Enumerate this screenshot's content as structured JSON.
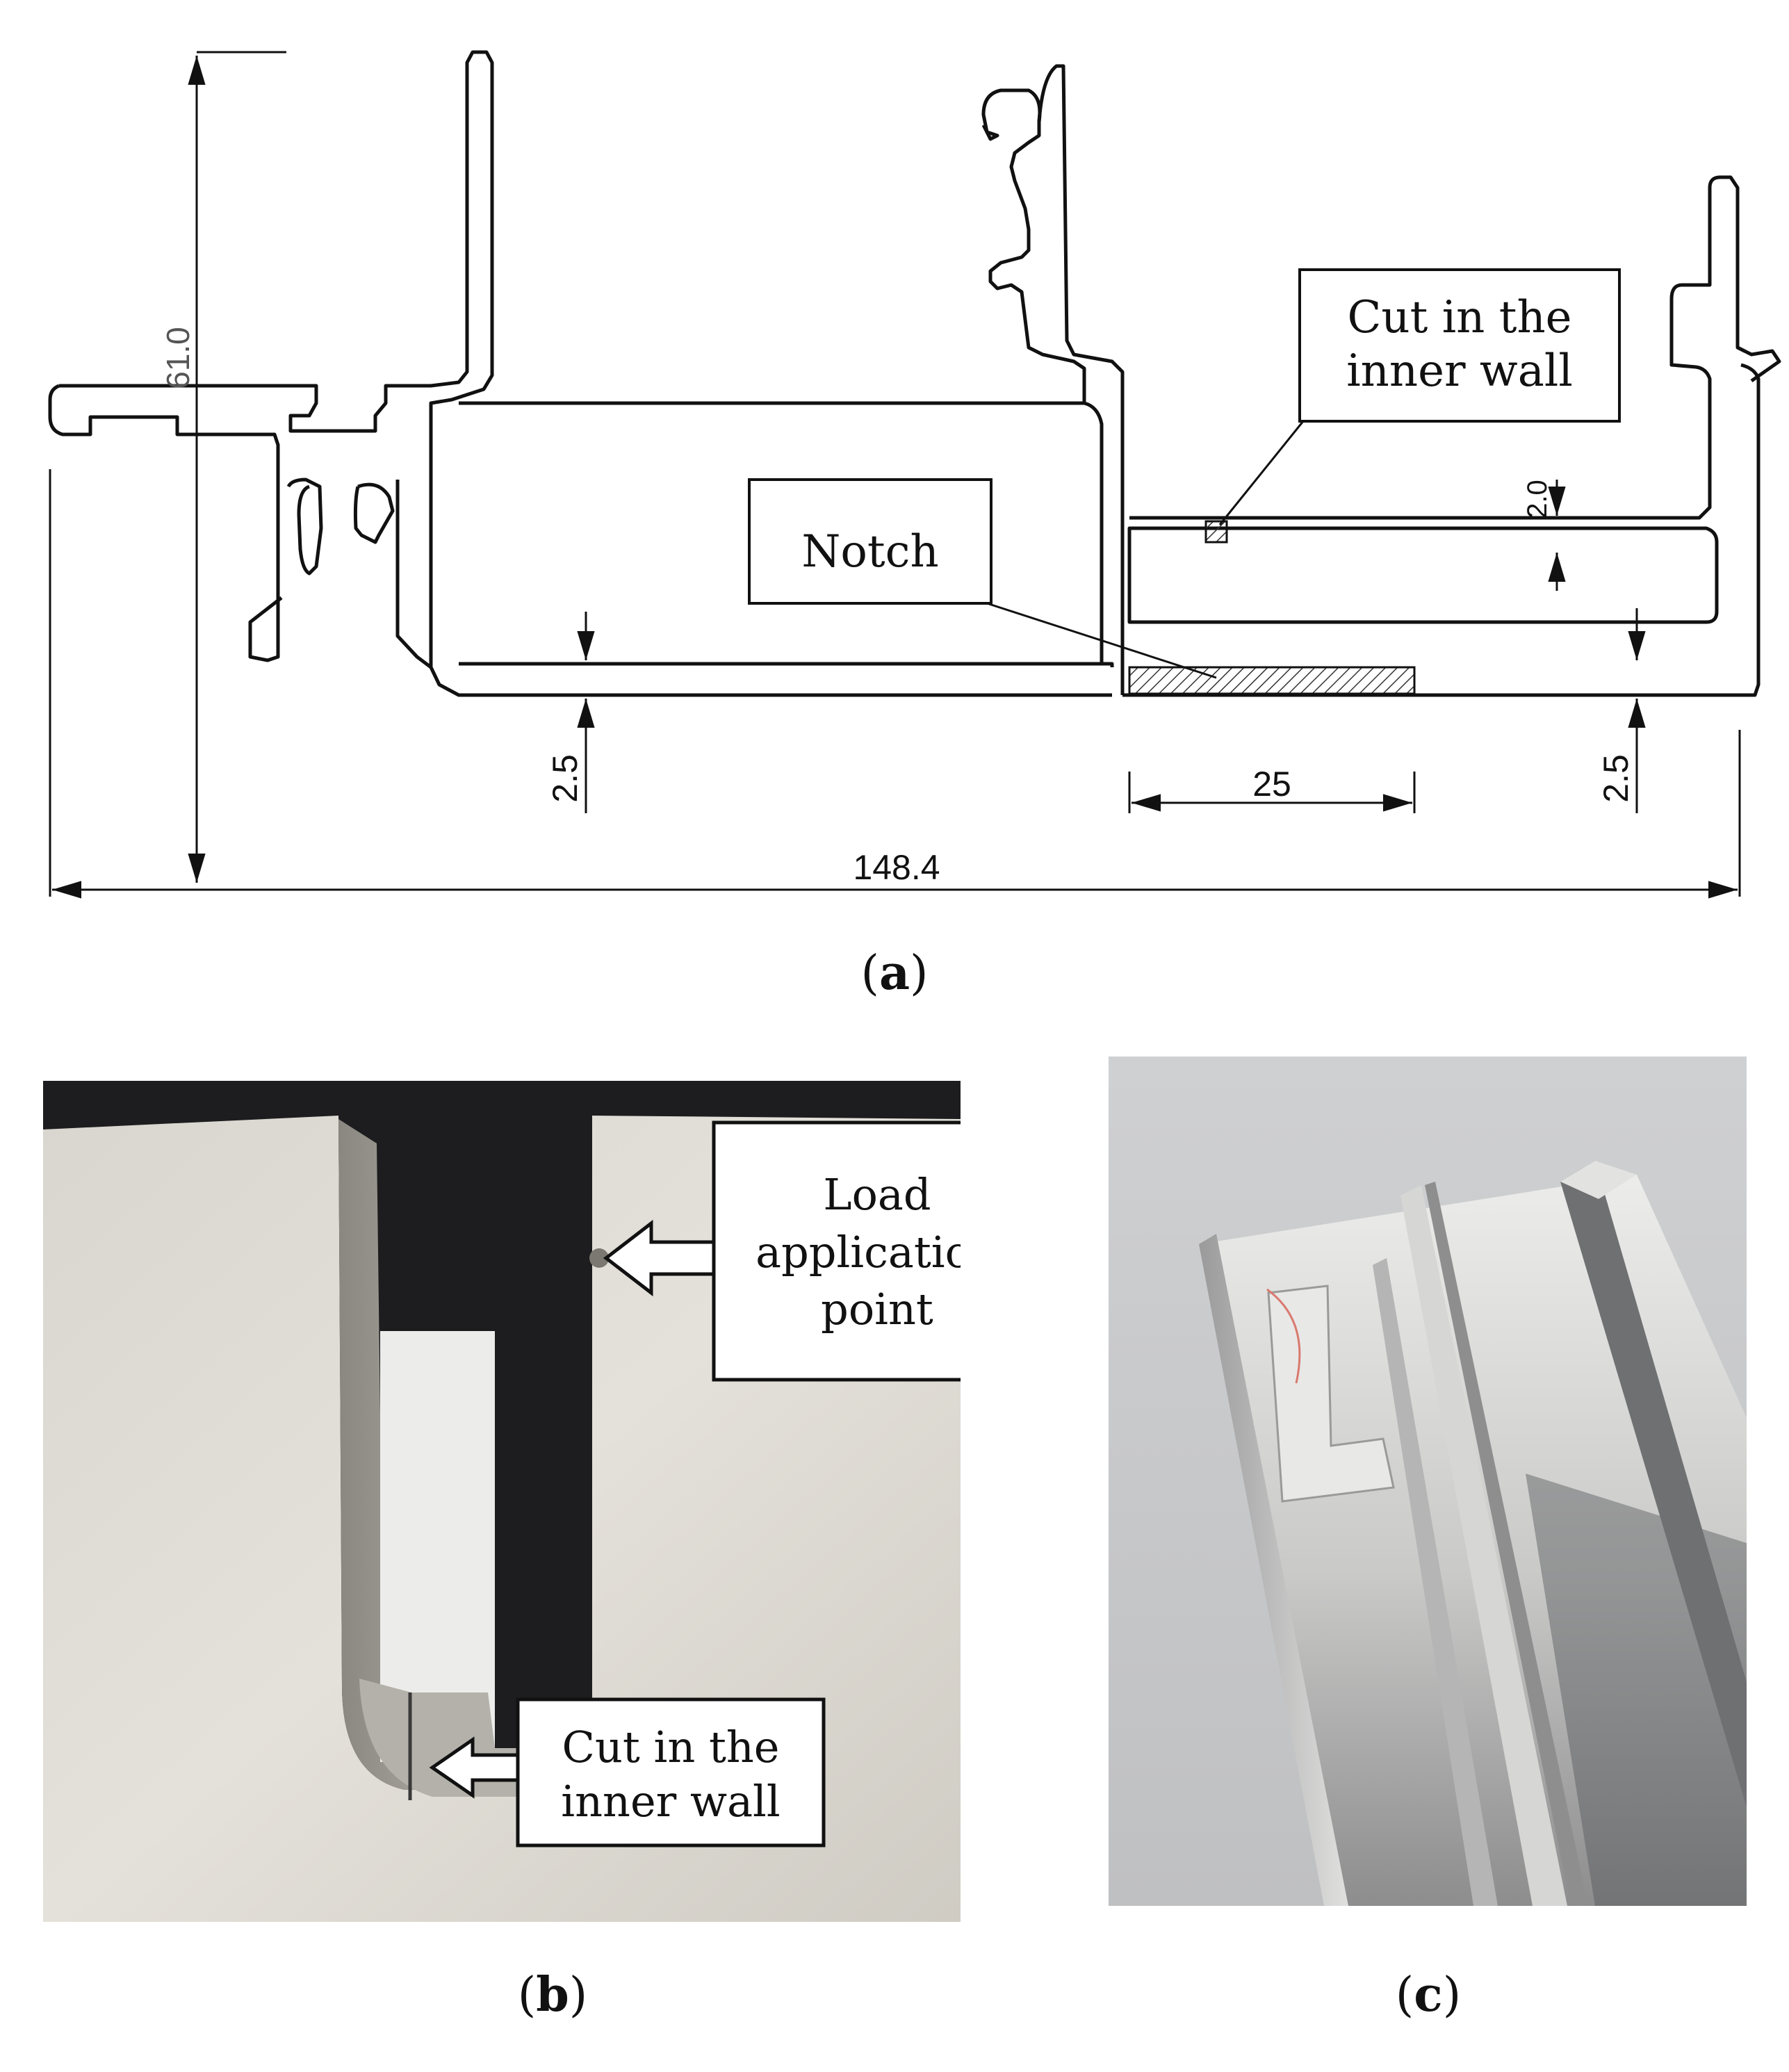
{
  "panel_a": {
    "caption_letter": "a",
    "dimensions": {
      "height": "61.0",
      "width": "148.4",
      "wall_left": "2.5",
      "wall_right": "2.5",
      "notch_width": "25",
      "inner_wall": "2.0"
    },
    "callouts": {
      "notch": "Notch",
      "cut_line1": "Cut in the",
      "cut_line2": "inner wall"
    }
  },
  "panel_b": {
    "caption_letter": "b",
    "callouts": {
      "load_line1": "Load",
      "load_line2": "application",
      "load_line3": "point",
      "cut_line1": "Cut in the",
      "cut_line2": "inner wall"
    }
  },
  "panel_c": {
    "caption_letter": "c"
  }
}
